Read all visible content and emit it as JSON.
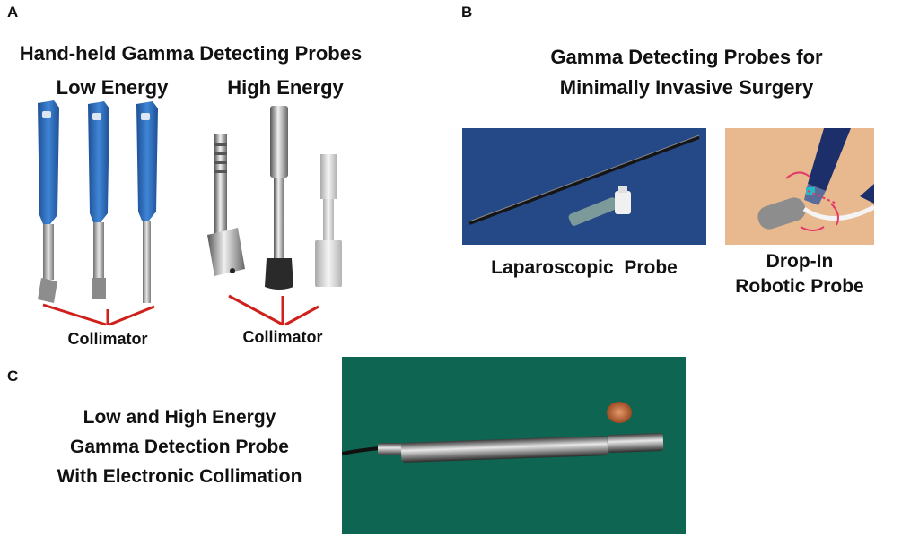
{
  "panel_a": {
    "letter": "A",
    "title": "Hand-held Gamma Detecting Probes",
    "low_energy_label": "Low Energy",
    "high_energy_label": "High Energy",
    "collimator_label_left": "Collimator",
    "collimator_label_right": "Collimator"
  },
  "panel_b": {
    "letter": "B",
    "title_line1": "Gamma Detecting Probes for",
    "title_line2": "Minimally Invasive Surgery",
    "laparoscopic_label": "Laparoscopic  Probe",
    "dropin_line1": "Drop-In",
    "dropin_line2": "Robotic Probe"
  },
  "panel_c": {
    "letter": "C",
    "line1": "Low and High Energy",
    "line2": "Gamma Detection Probe",
    "line3": "With Electronic Collimation"
  },
  "colors": {
    "probe_blue": "#2f6fbf",
    "pointer_red": "#d0201c",
    "drape_blue": "#2a4f8e",
    "drape_green": "#0f6b56",
    "beige_bg": "#e8b98f"
  }
}
